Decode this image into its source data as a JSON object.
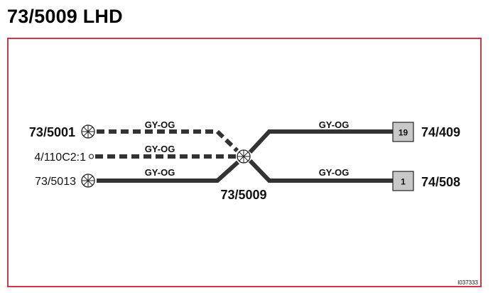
{
  "title": "73/5009 LHD",
  "splice_label": "73/5009",
  "image_ref": "I037333",
  "colors": {
    "frame": "#c8384a",
    "wire": "#333333",
    "box_fill": "#c8c8c8"
  },
  "left_connections": [
    {
      "id": "73/5001",
      "wire_color": "GY-OG",
      "style": "dashed",
      "terminal": "ground-symbol",
      "label_weight": "bold"
    },
    {
      "id": "4/110C2:1",
      "wire_color": "GY-OG",
      "style": "dashed",
      "terminal": "pin",
      "label_weight": "normal"
    },
    {
      "id": "73/5013",
      "wire_color": "GY-OG",
      "style": "solid",
      "terminal": "ground-symbol",
      "label_weight": "normal"
    }
  ],
  "right_connections": [
    {
      "id": "74/409",
      "wire_color": "GY-OG",
      "pin": "19"
    },
    {
      "id": "74/508",
      "wire_color": "GY-OG",
      "pin": "1"
    }
  ]
}
